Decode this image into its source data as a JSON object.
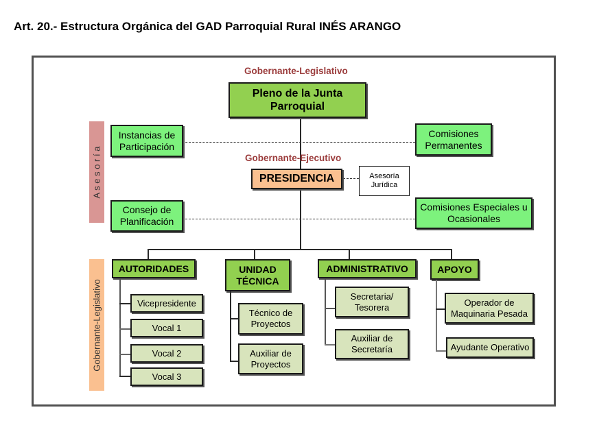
{
  "title": "Art. 20.- Estructura Orgánica del GAD Parroquial Rural INÉS ARANGO",
  "labels": {
    "legislativo_top": "Gobernante-Legislativo",
    "ejecutivo": "Gobernante-Ejecutivo",
    "asesoria_band": "A s e s o r í a",
    "legislativo_band": "Gobernante-Legislativo"
  },
  "nodes": {
    "pleno": "Pleno de la Junta Parroquial",
    "presidencia": "PRESIDENCIA",
    "asesoria_juridica": "Asesoría Jurídica",
    "instancias": "Instancias de Participación",
    "consejo": "Consejo de Planificación",
    "comisiones_permanentes": "Comisiones Permanentes",
    "comisiones_especiales": "Comisiones Especiales u Ocasionales"
  },
  "departments": [
    {
      "name": "AUTORIDADES",
      "children": [
        "Vicepresidente",
        "Vocal 1",
        "Vocal 2",
        "Vocal 3"
      ]
    },
    {
      "name": "UNIDAD TÉCNICA",
      "children": [
        "Técnico de Proyectos",
        "Auxiliar de Proyectos"
      ]
    },
    {
      "name": "ADMINISTRATIVO",
      "children": [
        "Secretaria/ Tesorera",
        "Auxiliar de Secretaría"
      ]
    },
    {
      "name": "APOYO",
      "children": [
        "Operador de Maquinaria Pesada",
        "Ayudante Operativo"
      ]
    }
  ]
}
